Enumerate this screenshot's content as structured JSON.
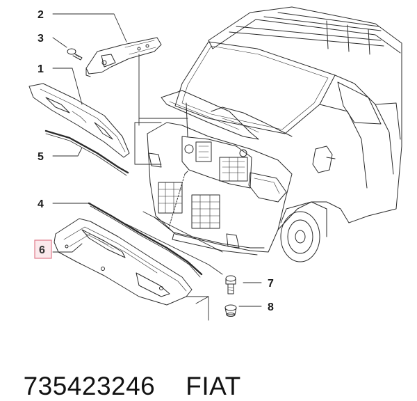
{
  "callouts": [
    {
      "id": "1",
      "label": "1"
    },
    {
      "id": "2",
      "label": "2"
    },
    {
      "id": "3",
      "label": "3"
    },
    {
      "id": "4",
      "label": "4"
    },
    {
      "id": "5",
      "label": "5"
    },
    {
      "id": "6",
      "label": "6",
      "highlighted": true
    },
    {
      "id": "7",
      "label": "7"
    },
    {
      "id": "8",
      "label": "8"
    }
  ],
  "caption": {
    "part_number": "735423246",
    "brand": "FIAT"
  },
  "colors": {
    "line": "#2a2a2a",
    "highlight_border": "#e07a8a",
    "highlight_fill": "#fbe9ec"
  }
}
